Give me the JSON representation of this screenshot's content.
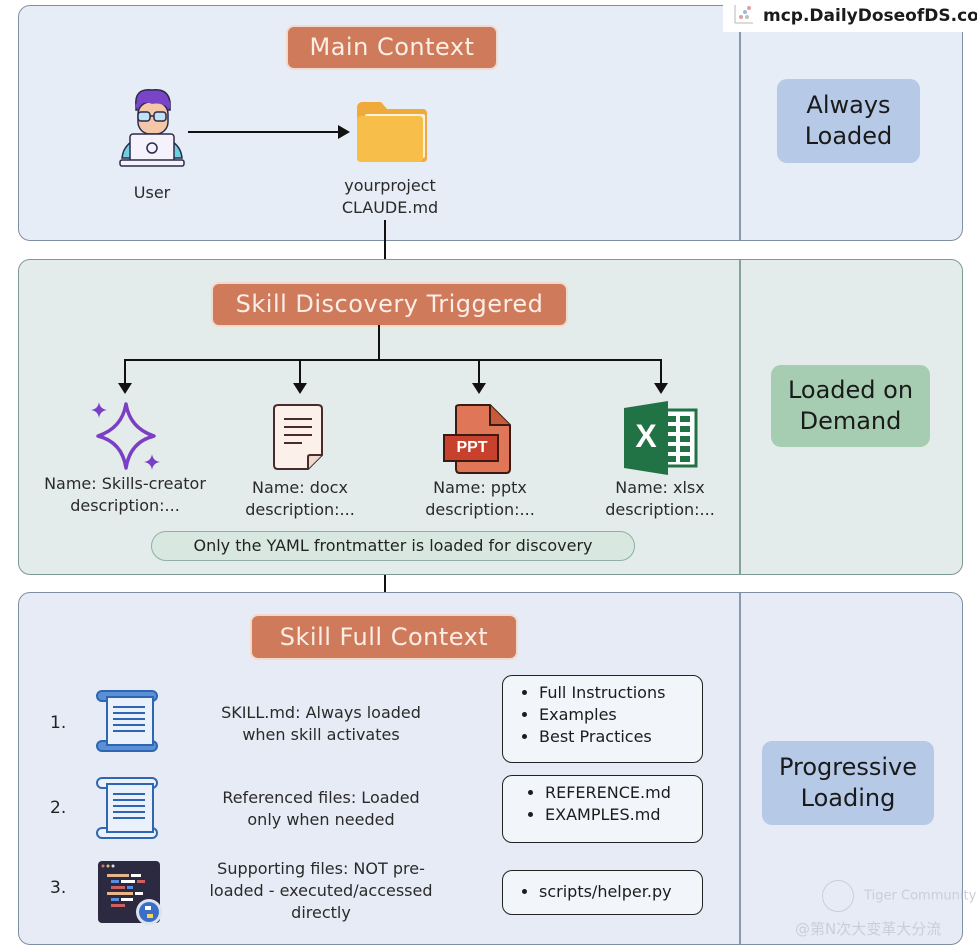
{
  "watermark": {
    "site": "mcp.DailyDoseofDS.com",
    "community": "Tiger Community",
    "author": "@第N次大变革大分流"
  },
  "main_context": {
    "title": "Main Context",
    "user_label": "User",
    "project_line1": "yourproject",
    "project_line2": "CLAUDE.md",
    "side_label_line1": "Always",
    "side_label_line2": "Loaded"
  },
  "skill_discovery": {
    "title": "Skill Discovery Triggered",
    "skills": [
      {
        "icon": "sparkle-icon",
        "name": "Name: Skills-creator",
        "desc": "description:..."
      },
      {
        "icon": "document-icon",
        "name": "Name: docx",
        "desc": "description:..."
      },
      {
        "icon": "ppt-file-icon",
        "name": "Name: pptx",
        "desc": "description:...",
        "badge": "PPT"
      },
      {
        "icon": "excel-icon",
        "name": "Name: xlsx",
        "desc": "description:...",
        "badge": "X"
      }
    ],
    "note": "Only the YAML frontmatter is loaded for discovery",
    "side_label_line1": "Loaded on",
    "side_label_line2": "Demand"
  },
  "skill_full_context": {
    "title": "Skill Full Context",
    "steps": [
      {
        "num": "1.",
        "icon": "scroll-icon",
        "line1": "SKILL.md: Always loaded",
        "line2": "when skill activates",
        "line3": "",
        "bullets": [
          "Full Instructions",
          "Examples",
          "Best Practices"
        ]
      },
      {
        "num": "2.",
        "icon": "scroll-icon",
        "line1": "Referenced files: Loaded",
        "line2": "only when needed",
        "line3": "",
        "bullets": [
          "REFERENCE.md",
          "EXAMPLES.md"
        ]
      },
      {
        "num": "3.",
        "icon": "python-code-icon",
        "line1": "Supporting files: NOT pre-",
        "line2": "loaded - executed/accessed",
        "line3": "directly",
        "bullets": [
          "scripts/helper.py"
        ]
      }
    ],
    "side_label_line1": "Progressive",
    "side_label_line2": "Loading"
  },
  "colors": {
    "title_box": "#cf7a5b",
    "always_loaded": "#b6c9e6",
    "on_demand": "#a6cdb1",
    "progressive": "#b6c9e6"
  }
}
